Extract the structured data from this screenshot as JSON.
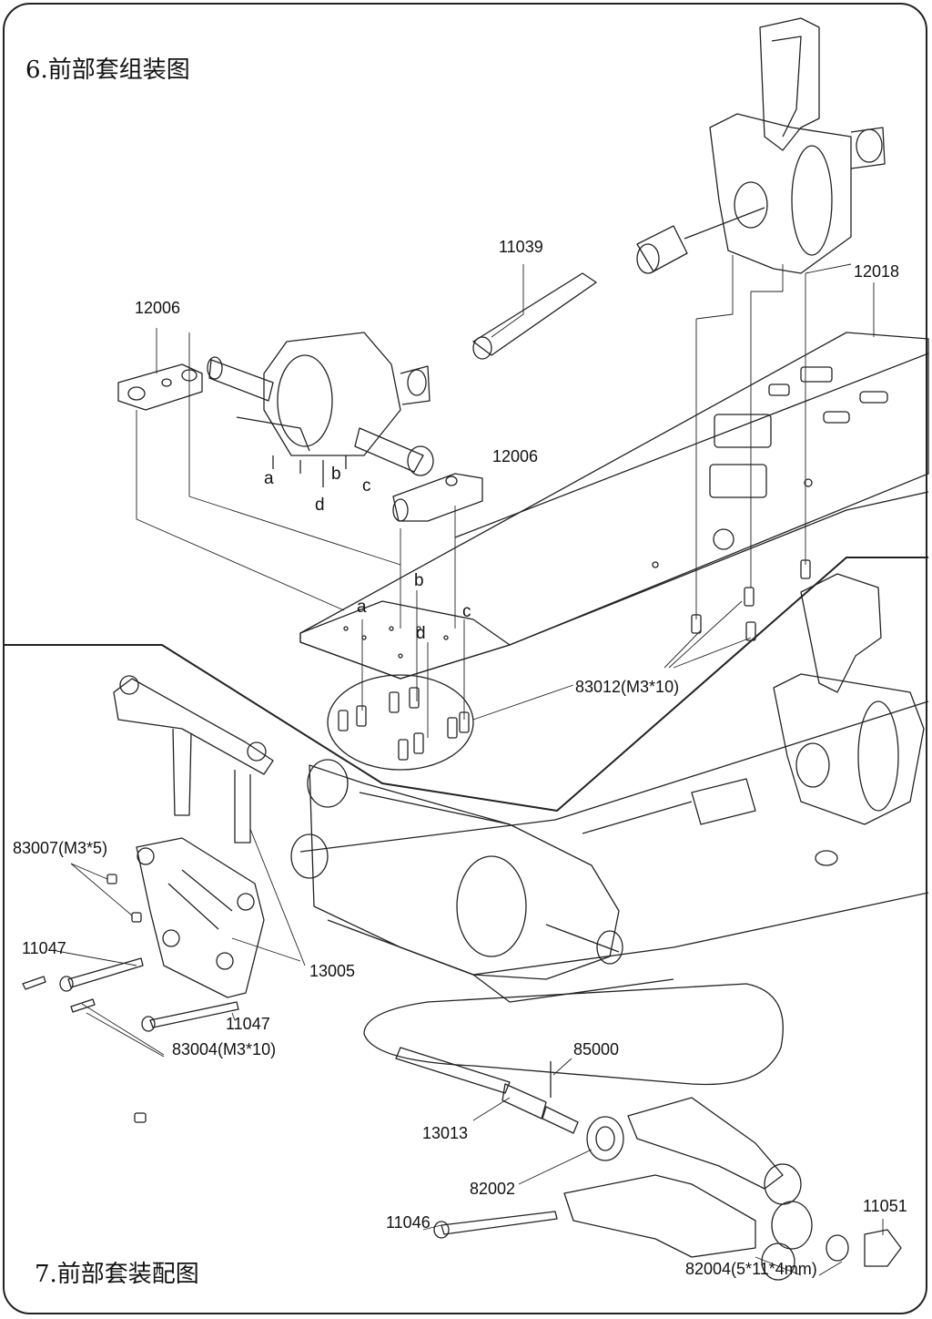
{
  "section6": {
    "title": "6.前部套组装图"
  },
  "section7": {
    "title": "7.前部套装配图"
  },
  "parts": {
    "p11039": "11039",
    "p12018": "12018",
    "p12006_a": "12006",
    "p12006_b": "12006",
    "p83012": "83012(M3*10)",
    "p83007": "83007(M3*5)",
    "p11047_a": "11047",
    "p11047_b": "11047",
    "p13005": "13005",
    "p83004": "83004(M3*10)",
    "p85000": "85000",
    "p13013": "13013",
    "p82002": "82002",
    "p11046": "11046",
    "p11051": "11051",
    "p82004": "82004(5*11*4mm)"
  },
  "holes": {
    "top_a": "a",
    "top_b": "b",
    "top_c": "c",
    "top_d": "d",
    "plate_a": "a",
    "plate_b": "b",
    "plate_c": "c",
    "plate_d": "d"
  }
}
